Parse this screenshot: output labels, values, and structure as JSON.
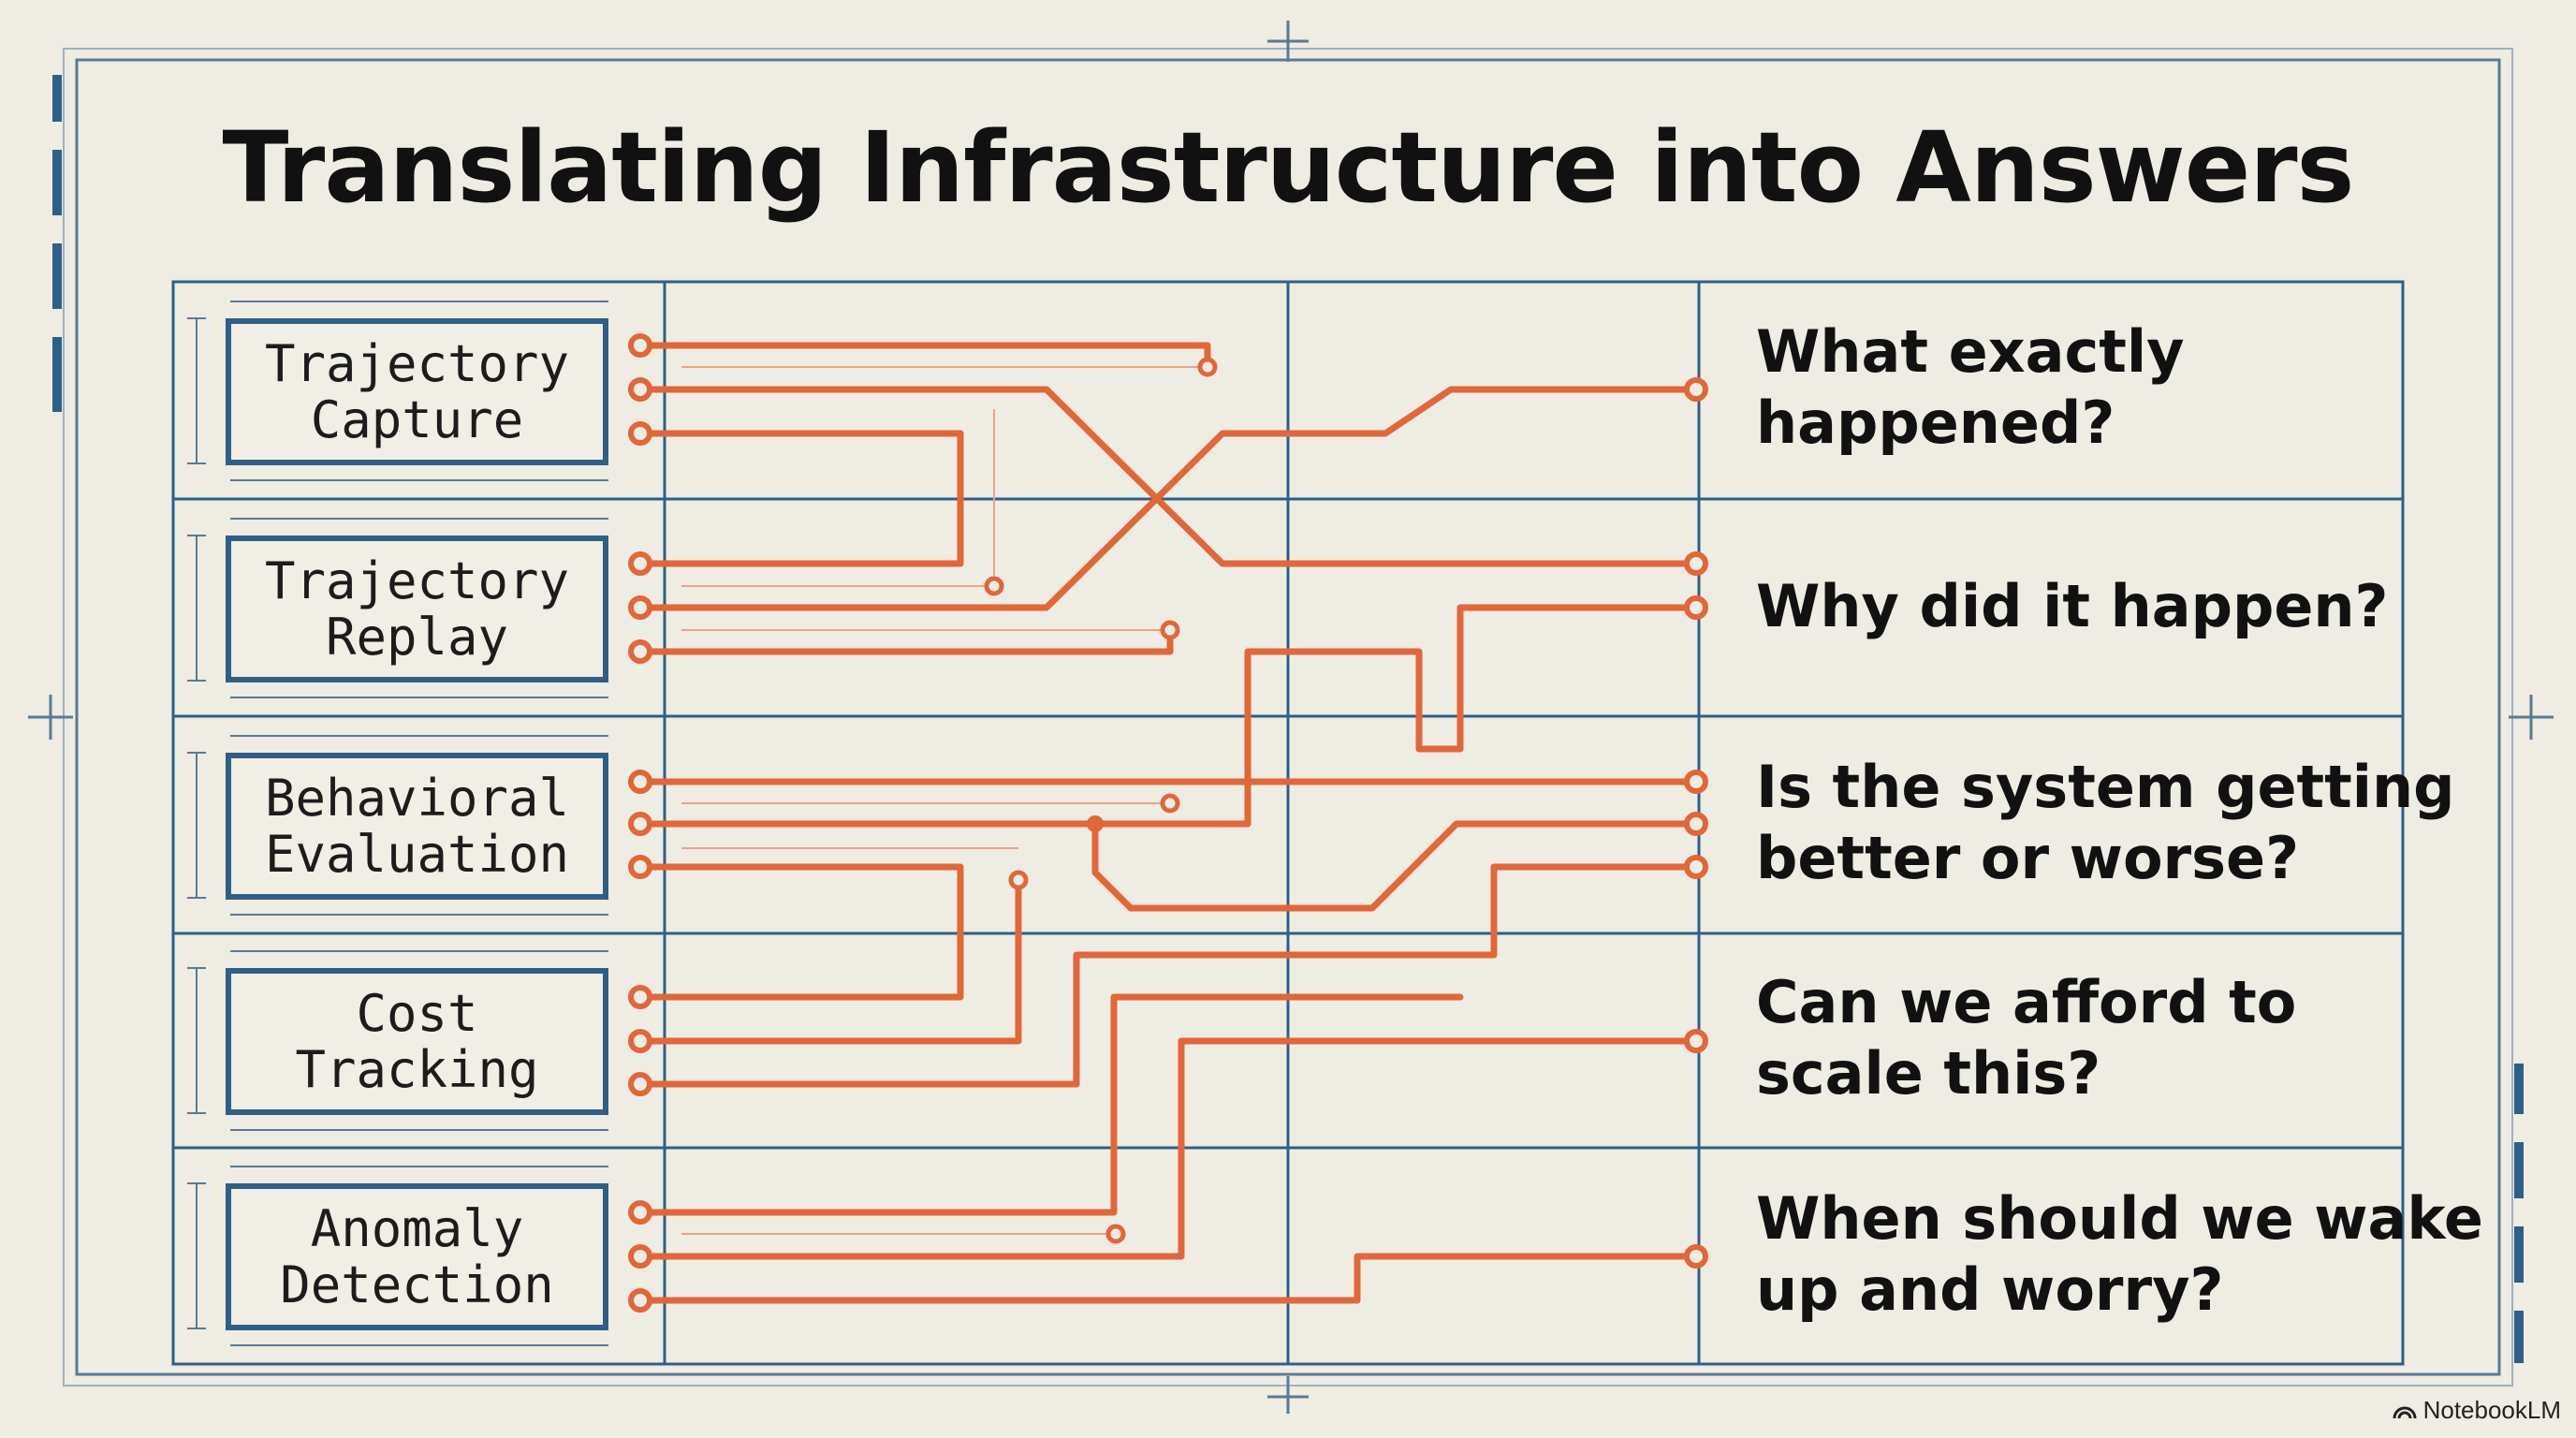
{
  "title": "Translating Infrastructure into Answers",
  "modules": [
    {
      "line1": "Trajectory",
      "line2": "Capture"
    },
    {
      "line1": "Trajectory",
      "line2": "Replay"
    },
    {
      "line1": "Behavioral",
      "line2": "Evaluation"
    },
    {
      "line1": "Cost",
      "line2": "Tracking"
    },
    {
      "line1": "Anomaly",
      "line2": "Detection"
    }
  ],
  "questions": [
    {
      "line1": "What exactly",
      "line2": "happened?"
    },
    {
      "line1": "Why did it happen?",
      "line2": ""
    },
    {
      "line1": "Is the system getting",
      "line2": "better or worse?"
    },
    {
      "line1": "Can we afford to",
      "line2": "scale this?"
    },
    {
      "line1": "When should we wake",
      "line2": "up and worry?"
    }
  ],
  "brand": "NotebookLM",
  "colors": {
    "wire": "#e0673a",
    "frame": "#2f5f86",
    "background": "#efece3",
    "text": "#111111"
  }
}
